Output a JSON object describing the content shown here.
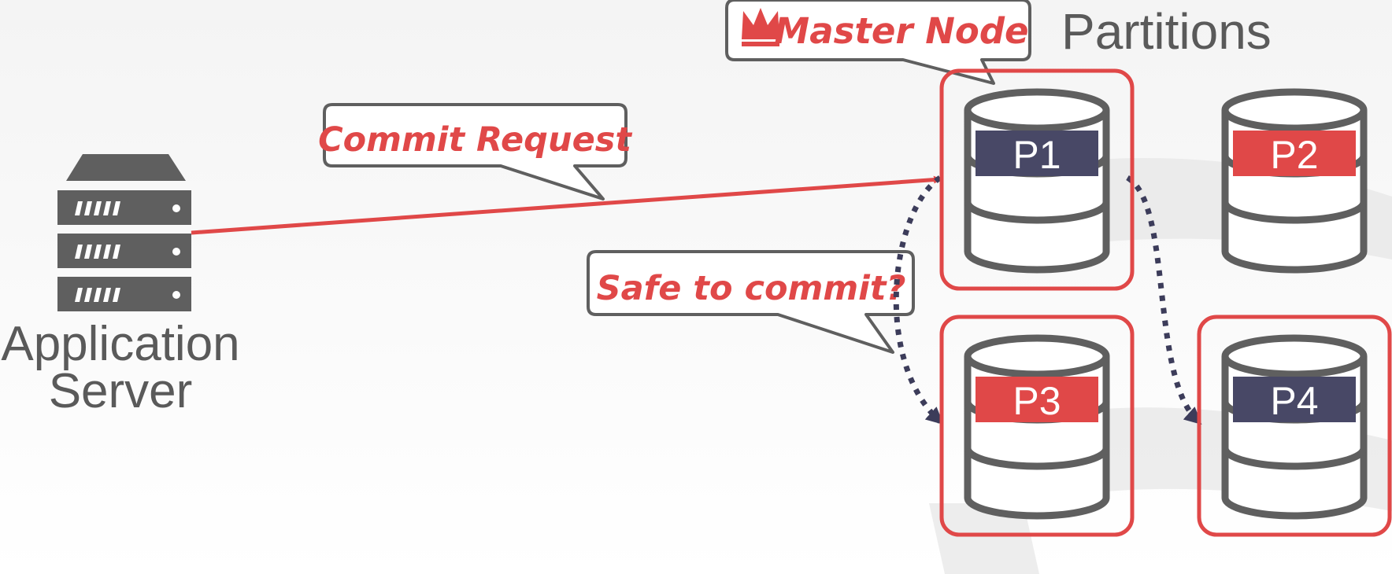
{
  "partitions_title": "Partitions",
  "app_server": {
    "label_line1": "Application",
    "label_line2": "Server",
    "icon": "server-rack-icon"
  },
  "callouts": {
    "master_node": "Master Node",
    "master_icon": "crown-icon",
    "commit_request": "Commit Request",
    "safe_to_commit": "Safe to commit?"
  },
  "partitions": [
    {
      "id": "P1",
      "color": "#484866",
      "outlined": true
    },
    {
      "id": "P2",
      "color": "#e04848",
      "outlined": false
    },
    {
      "id": "P3",
      "color": "#e04848",
      "outlined": true
    },
    {
      "id": "P4",
      "color": "#484866",
      "outlined": true
    }
  ],
  "colors": {
    "accent_red": "#e04848",
    "dark_navy": "#3c3c5a",
    "gray": "#5f5f5f"
  }
}
